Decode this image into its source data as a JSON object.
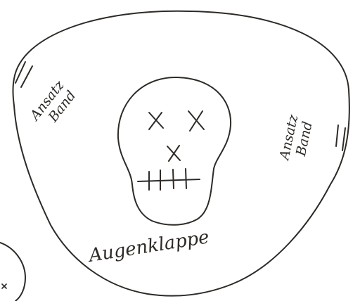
{
  "labels": {
    "left_line1": "Ansatz",
    "left_line2": "Band",
    "right_line1": "Ansatz",
    "right_line2": "Band",
    "bottom": "Augenklappe"
  }
}
